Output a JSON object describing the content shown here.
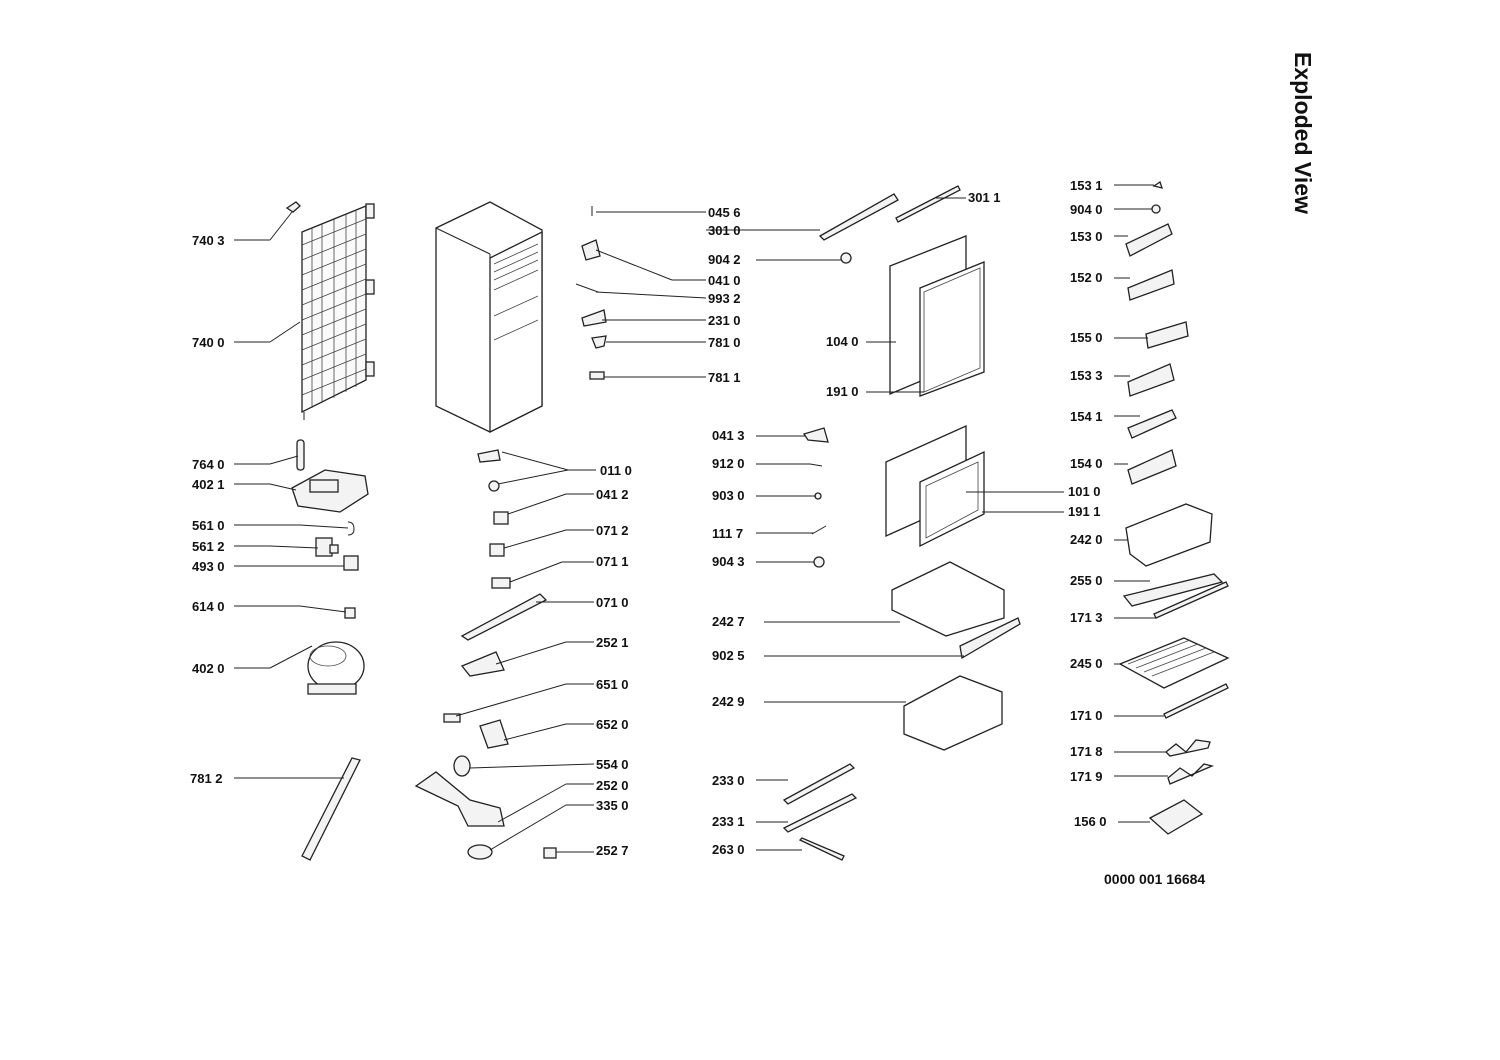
{
  "title": "Exploded View",
  "document_number": "0000 001 16684",
  "labels": [
    "740 3",
    "740 0",
    "764 0",
    "402 1",
    "561 0",
    "561 2",
    "493 0",
    "614 0",
    "402 0",
    "781 2",
    "045 6",
    "301 0",
    "041 0",
    "993 2",
    "231 0",
    "781 0",
    "781 1",
    "011 0",
    "041 2",
    "071 2",
    "071 1",
    "071 0",
    "252 1",
    "651 0",
    "652 0",
    "554 0",
    "252 0",
    "335 0",
    "252 7",
    "301 1",
    "904 2",
    "104 0",
    "191 0",
    "041 3",
    "912 0",
    "903 0",
    "111 7",
    "904 3",
    "242 7",
    "902 5",
    "242 9",
    "233 0",
    "233 1",
    "263 0",
    "101 0",
    "191 1",
    "153 1",
    "904 0",
    "153 0",
    "152 0",
    "155 0",
    "153 3",
    "154 1",
    "154 0",
    "242 0",
    "255 0",
    "171 3",
    "245 0",
    "171 0",
    "171 8",
    "171 9",
    "156 0"
  ]
}
